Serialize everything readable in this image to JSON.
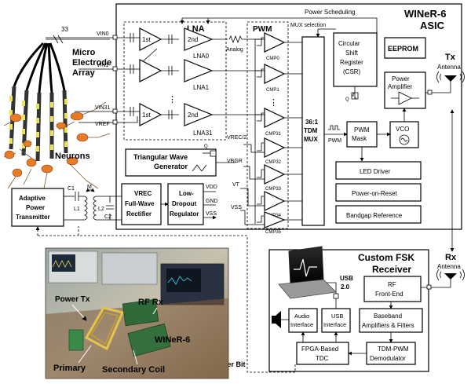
{
  "asic": {
    "title_line1": "WINeR-6",
    "title_line2": "ASIC"
  },
  "electrodes": {
    "count_label": "33",
    "label_line1": "Micro",
    "label_line2": "Electrode",
    "label_line3": "Array",
    "neurons_label": "Neurons",
    "vin0": "VIN0",
    "vin1": "VIN1",
    "vin31": "VIN31",
    "vref": "VREF"
  },
  "lna": {
    "title": "LNA",
    "stage1": "1st",
    "stage2": "2nd",
    "lna0": "LNA0",
    "lna1": "LNA1",
    "lna31": "LNA31",
    "analog": "Analog",
    "dots": "⋮"
  },
  "pwm": {
    "title": "PWM",
    "cmps": [
      "CMP0",
      "CMP1",
      "CMP31",
      "CMP32",
      "CMP33",
      "CMP34",
      "CMP35"
    ],
    "inputs": [
      "VREC/2",
      "VBGR",
      "VT",
      "VSS"
    ],
    "dots": "⋮"
  },
  "mux": {
    "line1": "36:1",
    "line2": "TDM",
    "line3": "MUX",
    "selection": "MUX selection",
    "out_label": "PWM"
  },
  "power_scheduling": "Power Scheduling",
  "csr": {
    "line1": "Circular",
    "line2": "Shift",
    "line3": "Register",
    "line4": "(CSR)",
    "q": "Q"
  },
  "eeprom": "EEPROM",
  "pa": {
    "line1": "Power",
    "line2": "Amplifier"
  },
  "pwm_mask": {
    "line1": "PWM",
    "line2": "Mask"
  },
  "vco": "VCO",
  "led_driver": "LED Driver",
  "por": "Power-on-Reset",
  "bandgap": "Bandgap Reference",
  "tri_gen": {
    "line1": "Triangular Wave",
    "line2": "Generator",
    "q": "Q"
  },
  "vrec": {
    "line1": "VREC",
    "line2": "Full-Wave",
    "line3": "Rectifier"
  },
  "ldo": {
    "line1": "Low-",
    "line2": "Dropout",
    "line3": "Regulator"
  },
  "supply": {
    "vdd": "VDD",
    "gnd": "GND",
    "vss": "VSS"
  },
  "apt": {
    "line1": "Adaptive",
    "line2": "Power",
    "line3": "Transmitter"
  },
  "coil": {
    "c1": "C1",
    "m": "M",
    "l1": "L1",
    "l2": "L2",
    "c2": "C2"
  },
  "tx": {
    "line1": "Tx",
    "line2": "Antenna"
  },
  "rx": {
    "line1": "Rx",
    "line2": "Antenna"
  },
  "receiver": {
    "title_line1": "Custom FSK",
    "title_line2": "Receiver",
    "rf": {
      "line1": "RF",
      "line2": "Front-End"
    },
    "baseband": {
      "line1": "Baseband",
      "line2": "Amplifiers & Filters"
    },
    "audio": {
      "line1": "Audio",
      "line2": "Interface"
    },
    "usb_if": {
      "line1": "USB",
      "line2": "Interface"
    },
    "fpga": {
      "line1": "FPGA-Based",
      "line2": "TDC"
    },
    "demod": {
      "line1": "TDM-PWM",
      "line2": "Demodulator"
    },
    "usb": {
      "line1": "USB",
      "line2": "2.0"
    }
  },
  "power_bit": "Power Bit",
  "photo": {
    "power_tx": "Power Tx",
    "rf_rx": "RF Rx",
    "winer6": "WINeR-6",
    "primary": "Primary",
    "secondary": "Secondary Coil"
  }
}
